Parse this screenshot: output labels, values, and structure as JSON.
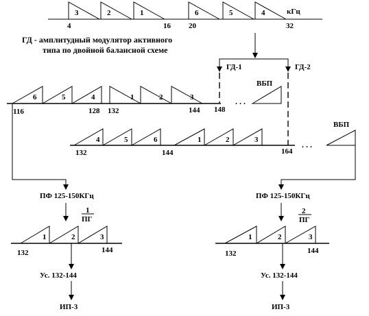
{
  "top_unit": "кГц",
  "top_triangles": [
    "3",
    "2",
    "1",
    "6",
    "5",
    "4"
  ],
  "top_ticks": [
    "4",
    "16",
    "20",
    "32"
  ],
  "heading_line1": "ГД - амплитудный модулятор  активного",
  "heading_line2": "типа по двойной балансной схеме",
  "gd1_label": "ГД-1",
  "gd2_label": "ГД-2",
  "vbp_label": "ВБП",
  "row2_triangles": [
    "6",
    "5",
    "4",
    "1",
    "2",
    "3"
  ],
  "row2_ticks": [
    "116",
    "128",
    "132",
    "144",
    "148"
  ],
  "dots": ". . .",
  "row3_triangles": [
    "4",
    "5",
    "6",
    "1",
    "2",
    "3"
  ],
  "row3_ticks": [
    "132",
    "144",
    "164"
  ],
  "pf_left": "ПФ 125-150КГц",
  "pf_right": "ПФ 125-150КГц",
  "pg_left_num": "1",
  "pg_right_num": "2",
  "pg_label": "ПГ",
  "bottom_triangles": [
    "1",
    "2",
    "3"
  ],
  "bottom_ticks": [
    "132",
    "144"
  ],
  "amp_label": "Ус. 132-144",
  "ip_label": "ИП-3"
}
